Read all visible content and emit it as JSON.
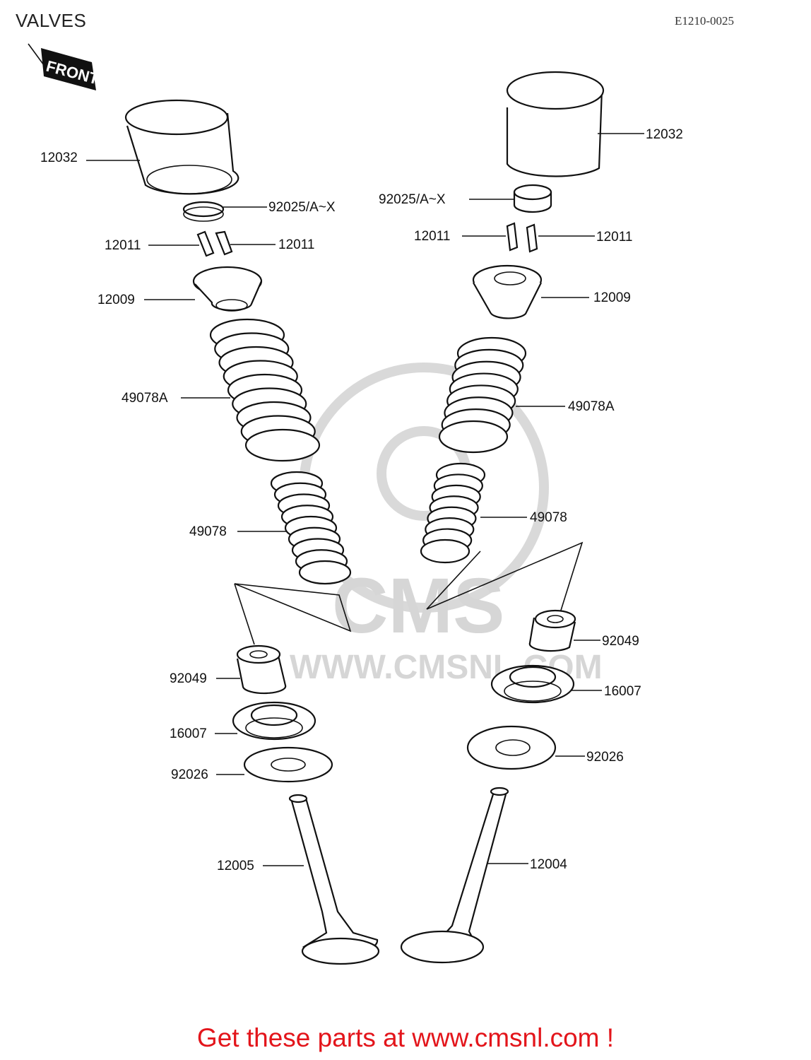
{
  "header": {
    "title": "VALVES",
    "code": "E1210-0025"
  },
  "front_marker": {
    "label": "FRONT"
  },
  "watermark": {
    "text_main": "CMS",
    "text_url": "WWW.CMSNL.COM"
  },
  "parts": {
    "l_12032": "12032",
    "l_92025": "92025/A~X",
    "l_12011a": "12011",
    "l_12011b": "12011",
    "l_12009": "12009",
    "l_49078A": "49078A",
    "l_49078": "49078",
    "l_92049": "92049",
    "l_16007": "16007",
    "l_92026": "92026",
    "l_12005": "12005",
    "r_12032": "12032",
    "r_92025": "92025/A~X",
    "r_12011a": "12011",
    "r_12011b": "12011",
    "r_12009": "12009",
    "r_49078A": "49078A",
    "r_49078": "49078",
    "r_92049": "92049",
    "r_16007": "16007",
    "r_92026": "92026",
    "r_12004": "12004"
  },
  "footer": {
    "text": "Get these parts at www.cmsnl.com !"
  }
}
